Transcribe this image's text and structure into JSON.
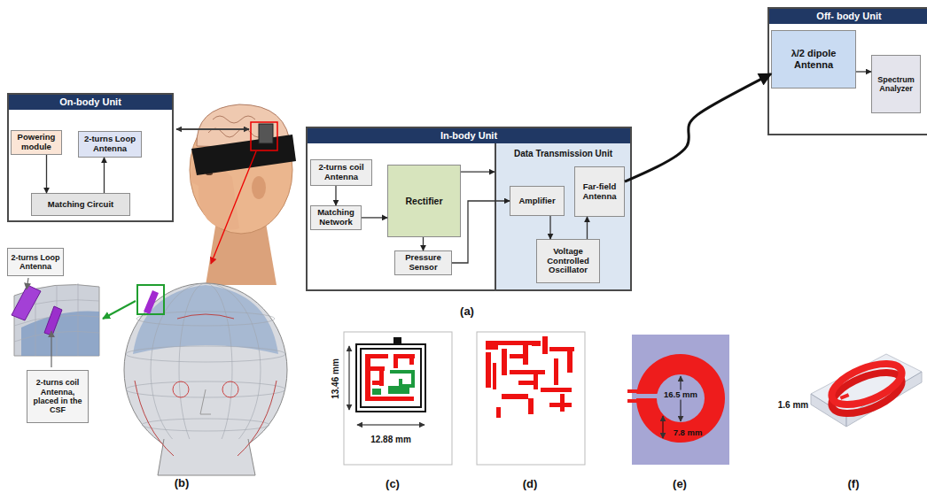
{
  "diagram": {
    "nodes": [
      {
        "text": [
          "On-body Unit"
        ]
      },
      {
        "text": [
          "Powering module"
        ],
        "in": 0
      },
      {
        "text": [
          "2-turns Loop Antenna"
        ],
        "in": 0
      },
      {
        "text": [
          "Matching Circuit"
        ],
        "in": 0
      },
      {
        "text": [
          "In-body Unit"
        ]
      },
      {
        "text": [
          "2-turns coil Antenna"
        ],
        "in": 4
      },
      {
        "text": [
          "Matching Network"
        ],
        "in": 4
      },
      {
        "text": [
          "Rectifier"
        ],
        "in": 4
      },
      {
        "text": [
          "Pressure Sensor"
        ],
        "in": 4
      },
      {
        "text": [
          "Data Transmission Unit"
        ],
        "in": 4
      },
      {
        "text": [
          "Amplifier"
        ],
        "in": 9
      },
      {
        "text": [
          "Far-field Antenna"
        ],
        "in": 9
      },
      {
        "text": [
          "Voltage Controlled Oscillator"
        ],
        "in": 9
      },
      {
        "text": [
          "Off- body Unit"
        ]
      },
      {
        "text": [
          "λ/2 dipole Antenna"
        ],
        "in": 13
      },
      {
        "text": [
          "Spectrum Analyzer"
        ],
        "in": 13
      },
      {
        "text": [
          "2-turns Loop Antenna"
        ]
      },
      {
        "text": [
          "2-turns coil Antenna, placed in the CSF"
        ]
      }
    ],
    "edges": [
      {
        "from": 1,
        "to": 3,
        "arrow": "to"
      },
      {
        "from": 3,
        "to": 2,
        "arrow": "to"
      },
      {
        "from": 5,
        "to": 6,
        "arrow": "to"
      },
      {
        "from": 6,
        "to": 7,
        "arrow": "to"
      },
      {
        "from": 7,
        "to": 8,
        "arrow": "to"
      },
      {
        "from": 7,
        "to": 9,
        "arrow": "to"
      },
      {
        "from": 8,
        "to": 10,
        "arrow": "to"
      },
      {
        "from": 10,
        "to": 12,
        "arrow": "to"
      },
      {
        "from": 12,
        "to": 11,
        "arrow": "to"
      },
      {
        "from": 11,
        "to": 14,
        "arrow": "to"
      },
      {
        "from": 14,
        "to": 15,
        "arrow": "to"
      }
    ],
    "labels": [
      "(a)",
      "(b)",
      "(c)",
      "(d)",
      "(e)",
      "(f)",
      "13.46 mm",
      "12.88 mm",
      "16.5 mm",
      "7.8 mm",
      "1.6 mm"
    ]
  }
}
